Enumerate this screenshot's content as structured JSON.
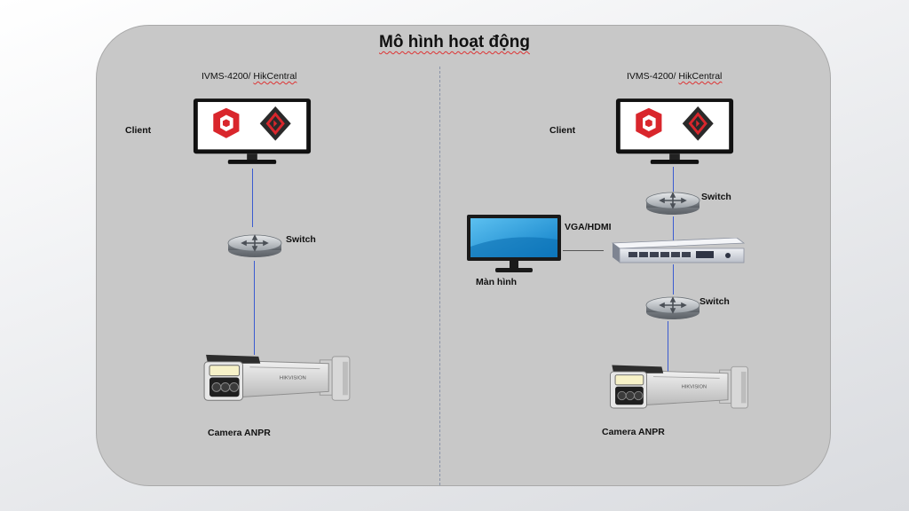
{
  "title": "Mô hình hoạt động",
  "left": {
    "software_label_prefix": "IVMS-4200/ ",
    "software_label_brand": "HikCentral",
    "client_label": "Client",
    "switch_label": "Switch",
    "camera_label": "Camera ANPR"
  },
  "right": {
    "software_label_prefix": "IVMS-4200/ ",
    "software_label_brand": "HikCentral",
    "client_label": "Client",
    "switch_top_label": "Switch",
    "switch_bottom_label": "Switch",
    "vga_label": "VGA/HDMI",
    "display_label": "Màn hình",
    "camera_label": "Camera ANPR"
  },
  "colors": {
    "link_line": "#3a5bd0",
    "panel_bg": "#c8c8c8",
    "logo_red": "#d9262c",
    "logo_dark": "#2a2a2a"
  },
  "icons": [
    "client-monitor-icon",
    "switch-icon",
    "anpr-camera-icon",
    "nvr-recorder-icon",
    "display-monitor-icon"
  ]
}
